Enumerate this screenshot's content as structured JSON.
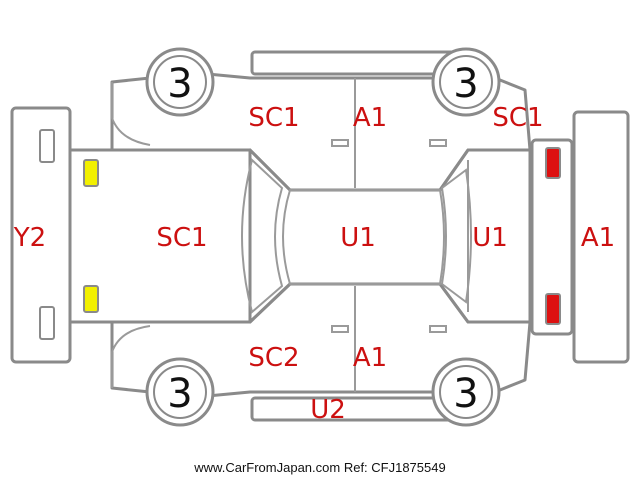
{
  "wheels": {
    "front_left": "3",
    "front_right": "3",
    "rear_left": "3",
    "rear_right": "3"
  },
  "codes": {
    "rear_bumper": "Y2",
    "trunk": "SC1",
    "roof": "U1",
    "bonnet": "U1",
    "front_bumper": "A1",
    "rear_door_top": "SC1",
    "front_door_top": "A1",
    "front_fender_top": "SC1",
    "rear_door_bottom": "SC2",
    "front_door_bottom": "A1",
    "side_sill_bottom": "U2"
  },
  "colors": {
    "damage_code": "#cc1010",
    "rear_lamp": "#f2f000",
    "front_lamp": "#dd1111",
    "outline": "#8a8a8a"
  },
  "footer": {
    "watermark": "www.CarFromJapan.com Ref: CFJ1875549"
  }
}
